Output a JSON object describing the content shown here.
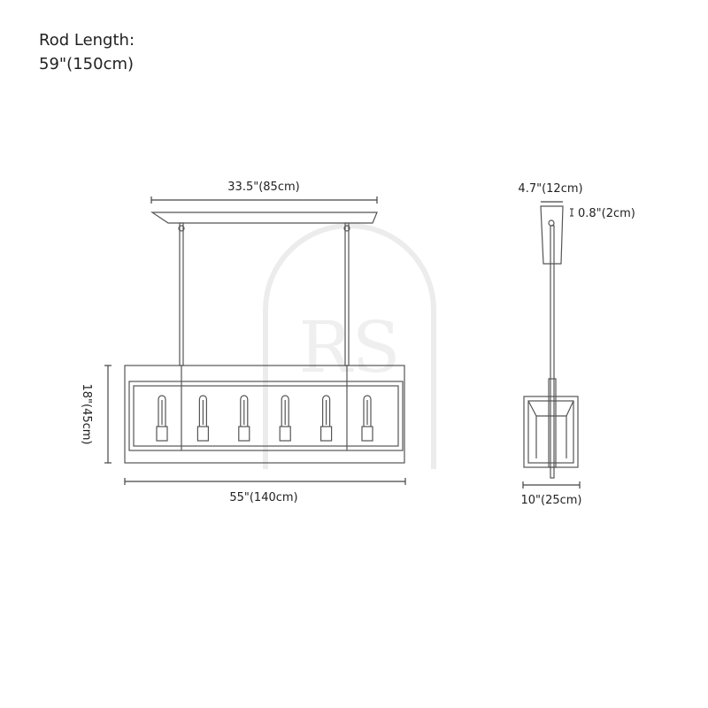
{
  "rod_length": {
    "label": "Rod Length:",
    "value": "59\"(150cm)"
  },
  "front_view": {
    "canopy_width": "33.5\"(85cm)",
    "body_width": "55\"(140cm)",
    "body_height": "18\"(45cm)",
    "bulb_count": 6
  },
  "side_view": {
    "canopy_width": "4.7\"(12cm)",
    "canopy_height": "0.8\"(2cm)",
    "body_depth": "10\"(25cm)"
  },
  "watermark": "RS",
  "colors": {
    "line": "#555555",
    "text": "#222222",
    "watermark": "#ececec"
  }
}
